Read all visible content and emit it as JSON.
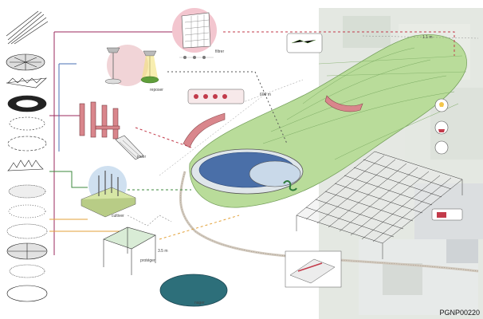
{
  "labels": {
    "filtrer": "filtrer",
    "reposer": "reposer",
    "jouer": "jouer",
    "cultiver": "cultiver",
    "proteger": "protéger",
    "nager": "nager"
  },
  "dimensions": {
    "park_length": "600 m",
    "top_edge": "1.1 m",
    "shelter_height": "3.5 m"
  },
  "code": "PGNP00220",
  "colors": {
    "line_magenta": "#9b2a5c",
    "line_blue": "#4a6fb5",
    "line_green": "#3d8a3d",
    "line_orange": "#e3a23a",
    "line_red": "#c23a4a",
    "park_green": "#b9dc9a",
    "water_blue": "#4a6fa8",
    "wall_pink": "#d9868c"
  },
  "icons": [
    "people-group-icon",
    "lightbulb-icon",
    "plant-pot-icon",
    "truck-icon",
    "panels-icon"
  ]
}
